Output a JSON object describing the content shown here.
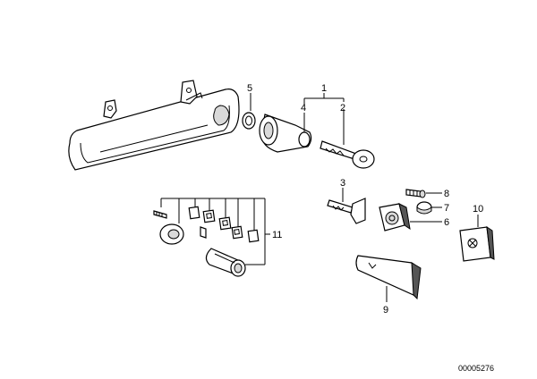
{
  "diagram": {
    "callouts": {
      "c1": "1",
      "c2": "2",
      "c3": "3",
      "c4": "4",
      "c5": "5",
      "c6": "6",
      "c7": "7",
      "c8": "8",
      "c9": "9",
      "c10": "10",
      "c11": "11"
    },
    "reference_number": "00005276"
  }
}
